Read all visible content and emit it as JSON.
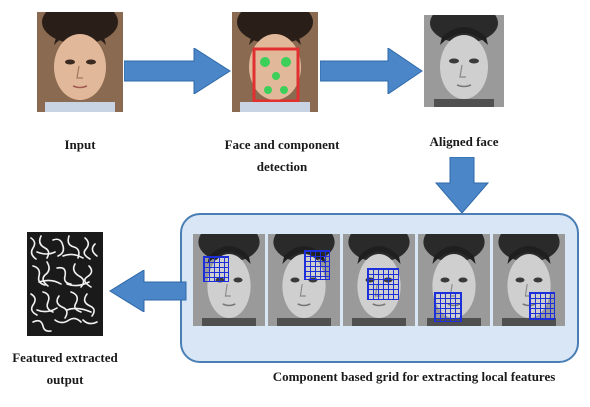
{
  "labels": {
    "input": "Input",
    "detection": "Face and component detection",
    "aligned": "Aligned face",
    "grid_caption": "Component based grid for extracting local features",
    "output": "Featured extracted output"
  },
  "colors": {
    "arrow": "#4a86c8",
    "panel_fill": "#d8e6f5",
    "panel_border": "#4a7fb5",
    "grid": "#1c2fd8",
    "detection_box": "#e03030",
    "detection_points": "#3cd05a"
  }
}
